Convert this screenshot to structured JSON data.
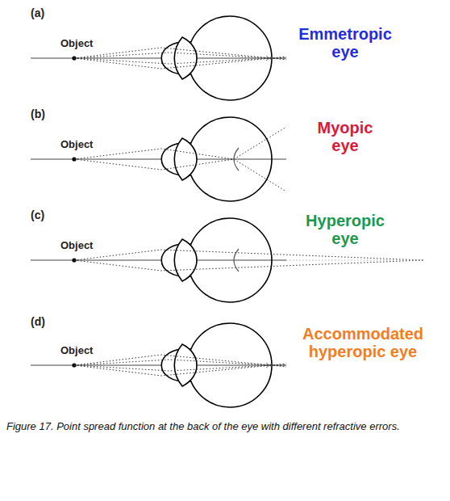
{
  "diagram": {
    "caption": "Figure 17. Point spread function at the back of the eye with different refractive errors.",
    "labels": [
      "(a)",
      "Object",
      "Emmetropic eye",
      "(b)",
      "Object",
      "Myopic eye",
      "(c)",
      "Object",
      "Hyperopic eye",
      "(d)",
      "Object",
      "Accommodated hyperopic eye"
    ]
  }
}
